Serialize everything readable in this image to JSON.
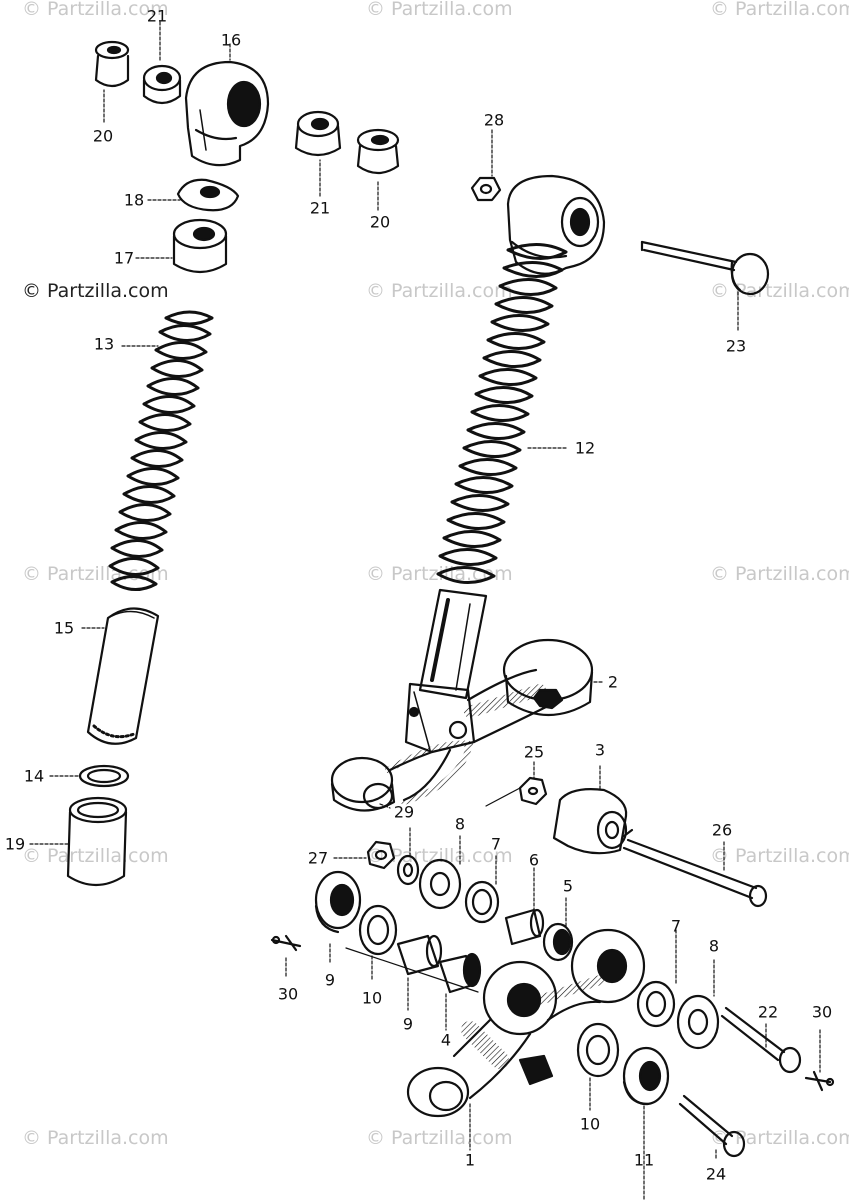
{
  "watermark": {
    "text": "© Partzilla.com"
  },
  "parts": {
    "p1": "1",
    "p2": "2",
    "p3": "3",
    "p4": "4",
    "p5": "5",
    "p6": "6",
    "p7": "7",
    "p8": "8",
    "p9": "9",
    "p10": "10",
    "p11": "11",
    "p12": "12",
    "p13": "13",
    "p14": "14",
    "p15": "15",
    "p16": "16",
    "p17": "17",
    "p18": "18",
    "p19": "19",
    "p20": "20",
    "p21": "21",
    "p22": "22",
    "p23": "23",
    "p24": "24",
    "p25": "25",
    "p26": "26",
    "p27": "27",
    "p28": "28",
    "p29": "29",
    "p30": "30"
  }
}
